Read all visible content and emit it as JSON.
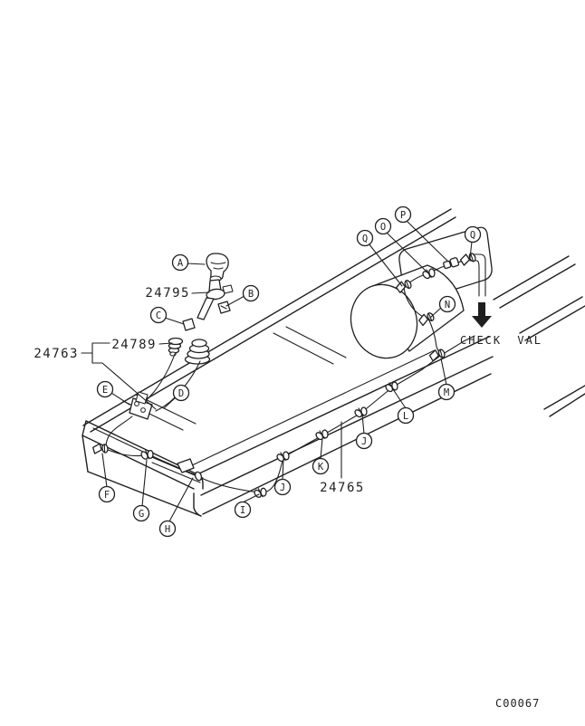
{
  "figure": {
    "code": "C00067",
    "check_valve_label": "CHECK VAL",
    "parts": {
      "p24763": "24763",
      "p24789": "24789",
      "p24795": "24795",
      "p24765": "24765"
    },
    "callouts": [
      "A",
      "B",
      "C",
      "D",
      "E",
      "F",
      "G",
      "H",
      "I",
      "J",
      "K",
      "J",
      "L",
      "M",
      "N",
      "O",
      "P",
      "Q",
      "Q"
    ]
  },
  "colors": {
    "line": "#1f1f1f",
    "background": "#ffffff"
  }
}
